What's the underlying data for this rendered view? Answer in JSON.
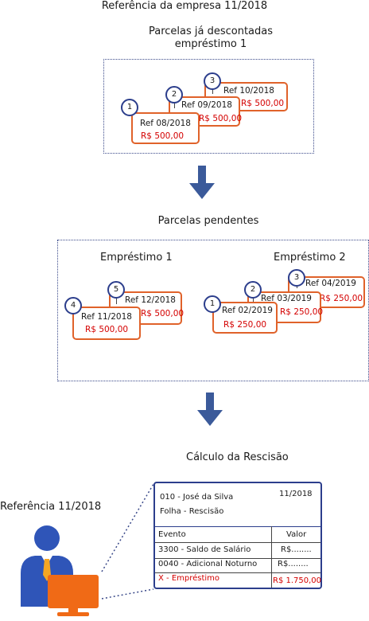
{
  "header": {
    "ref_title": "Referência da empresa 11/2018",
    "deducted_title_line1": "Parcelas já descontadas",
    "deducted_title_line2": "empréstimo 1"
  },
  "deducted": [
    {
      "num": "1",
      "ref": "Ref 08/2018",
      "value": "R$ 500,00"
    },
    {
      "num": "2",
      "ref": "Ref 09/2018",
      "value": "R$ 500,00"
    },
    {
      "num": "3",
      "ref": "Ref 10/2018",
      "value": "R$ 500,00"
    }
  ],
  "pending": {
    "title": "Parcelas pendentes",
    "loan1_label": "Empréstimo 1",
    "loan2_label": "Empréstimo 2",
    "loan1": [
      {
        "num": "4",
        "ref": "Ref 11/2018",
        "value": "R$ 500,00"
      },
      {
        "num": "5",
        "ref": "Ref 12/2018",
        "value": "R$ 500,00"
      }
    ],
    "loan2": [
      {
        "num": "1",
        "ref": "Ref 02/2019",
        "value": "R$ 250,00"
      },
      {
        "num": "2",
        "ref": "Ref 03/2019",
        "value": "R$ 250,00"
      },
      {
        "num": "3",
        "ref": "Ref 04/2019",
        "value": "R$ 250,00"
      }
    ]
  },
  "calc": {
    "title": "Cálculo da Rescisão",
    "ref_label": "Referência 11/2018",
    "doc": {
      "employee": "010 - José da Silva",
      "date": "11/2018",
      "sheet": "Folha - Rescisão",
      "col_event": "Evento",
      "col_value": "Valor",
      "rows": [
        {
          "event": "3300 - Saldo de Salário",
          "value": "R$........"
        },
        {
          "event": "0040 - Adicional Noturno",
          "value": "R$........"
        },
        {
          "event": "X - Empréstimo",
          "value": "R$ 1.750,00"
        }
      ]
    }
  },
  "colors": {
    "card_border": "#e0622a",
    "circle_border": "#2c3e8c",
    "arrow": "#3b5a9a",
    "value_red": "#d40000",
    "monitor": "#f06a16",
    "person": "#2f55b8",
    "tie": "#f5a623"
  }
}
